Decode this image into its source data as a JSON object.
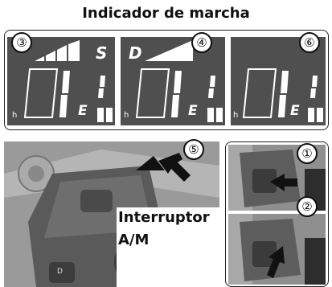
{
  "title": "Indicador de marcha",
  "panels": [
    {
      "number": "③",
      "mode_letter": "S",
      "gear_letters": "E",
      "h_mark": "h"
    },
    {
      "number": "④",
      "mode_letter": "D",
      "gear_letters": "E",
      "h_mark": "h"
    },
    {
      "number": "⑥",
      "mode_letter": "",
      "gear_letters": "E",
      "h_mark": "h"
    }
  ],
  "photo_main": {
    "number": "⑤",
    "switch_label_line1": "Interruptor",
    "switch_label_line2": "A/M",
    "button_mark": "D"
  },
  "photo_right_top": {
    "number": "①"
  },
  "photo_right_bottom": {
    "number": "②"
  },
  "colors": {
    "lcd": "#4f4f4f",
    "segment": "#ffffff",
    "photo_bg": "#8a8a8a"
  }
}
